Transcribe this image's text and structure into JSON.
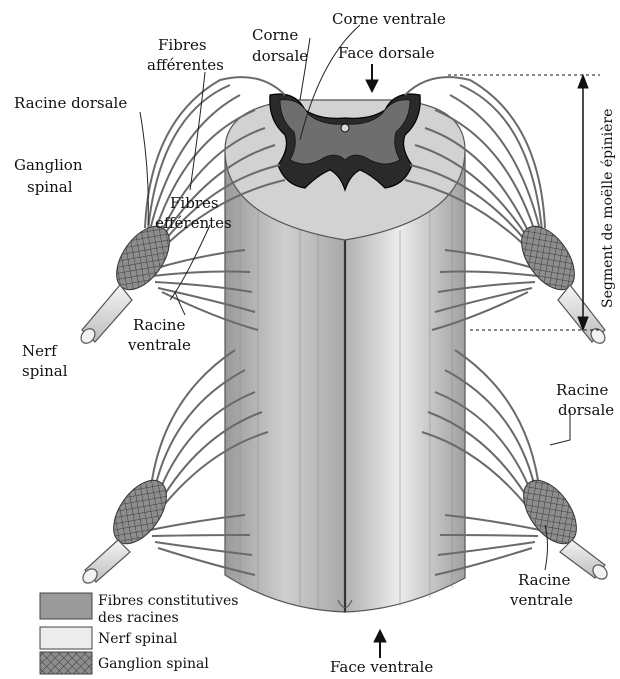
{
  "labels": {
    "corne_dorsale": [
      "Corne",
      "dorsale"
    ],
    "corne_ventrale": "Corne ventrale",
    "face_dorsale": "Face dorsale",
    "fibres_afferentes": [
      "Fibres",
      "afférentes"
    ],
    "racine_dorsale_left": "Racine dorsale",
    "ganglion_spinal": [
      "Ganglion",
      "spinal"
    ],
    "fibres_efferentes": [
      "Fibres",
      "efférentes"
    ],
    "racine_ventrale_left": [
      "Racine",
      "ventrale"
    ],
    "nerf_spinal": [
      "Nerf",
      "spinal"
    ],
    "segment": "Segment de moëlle épinière",
    "racine_dorsale_right": [
      "Racine",
      "dorsale"
    ],
    "racine_ventrale_right": [
      "Racine",
      "ventrale"
    ],
    "face_ventrale": "Face ventrale"
  },
  "legend": [
    {
      "text": [
        "Fibres constitutives",
        "des racines"
      ],
      "swatch": "fibres"
    },
    {
      "text": [
        "Nerf spinal"
      ],
      "swatch": "nerf"
    },
    {
      "text": [
        "Ganglion spinal"
      ],
      "swatch": "ganglion"
    }
  ],
  "colors": {
    "cord": "#bdbdbd",
    "cord_light": "#e6e6e6",
    "grey_matter": "#1c1c1c",
    "white_matter": "#d4d4d4",
    "ganglion": "#8a8a8a"
  }
}
